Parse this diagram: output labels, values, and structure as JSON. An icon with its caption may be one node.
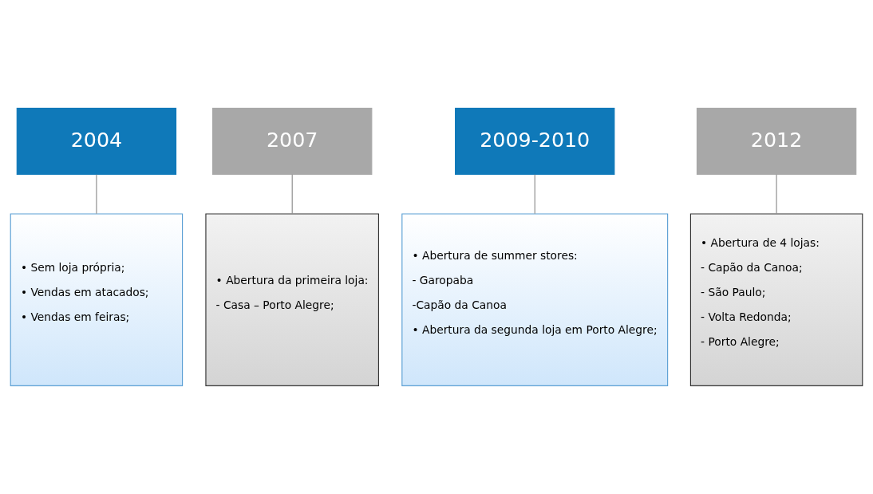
{
  "diagram": {
    "nodes": [
      {
        "text": [
          "2004"
        ]
      },
      {
        "text": [
          "2007"
        ]
      },
      {
        "text": [
          "2009-2010"
        ]
      },
      {
        "text": [
          "2012"
        ]
      },
      {
        "text": [
          "• Sem loja própria;",
          "• Vendas em atacados;",
          "• Vendas em feiras;"
        ]
      },
      {
        "text": [
          "• Abertura da primeira loja:",
          "- Casa – Porto Alegre;"
        ]
      },
      {
        "text": [
          "• Abertura de summer stores:",
          "- Garopaba",
          "-Capão da Canoa",
          "• Abertura da segunda loja em Porto Alegre;"
        ]
      },
      {
        "text": [
          "• Abertura de 4 lojas:",
          "- Capão da Canoa;",
          "- São Paulo;",
          "- Volta Redonda;",
          "- Porto Alegre;"
        ]
      }
    ],
    "edges": [
      {
        "from": 0,
        "to": 4,
        "arrow": "none"
      },
      {
        "from": 1,
        "to": 5,
        "arrow": "none"
      },
      {
        "from": 2,
        "to": 6,
        "arrow": "none"
      },
      {
        "from": 3,
        "to": 7,
        "arrow": "none"
      }
    ]
  }
}
